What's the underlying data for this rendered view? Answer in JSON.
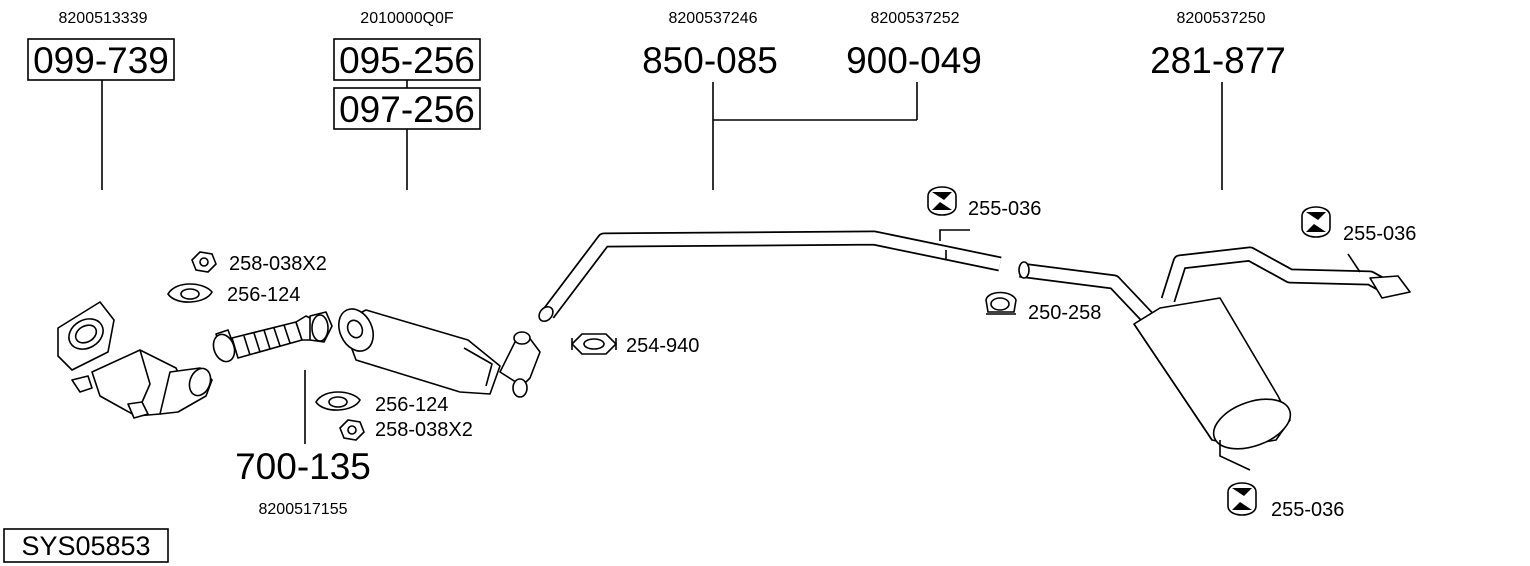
{
  "system_code": "SYS05853",
  "groups": [
    {
      "oem": "8200513339",
      "parts": [
        "099-739"
      ]
    },
    {
      "oem": "2010000Q0F",
      "parts": [
        "095-256",
        "097-256"
      ]
    },
    {
      "oem": "8200537246",
      "parts": [
        "850-085"
      ]
    },
    {
      "oem": "8200537252",
      "parts": [
        "900-049"
      ]
    },
    {
      "oem": "8200537250",
      "parts": [
        "281-877"
      ]
    },
    {
      "oem": "8200517155",
      "parts": [
        "700-135"
      ]
    }
  ],
  "fittings": [
    {
      "part": "258-038X2",
      "icon": "nut-icon"
    },
    {
      "part": "256-124",
      "icon": "gasket-icon"
    },
    {
      "part": "256-124",
      "icon": "gasket-icon"
    },
    {
      "part": "258-038X2",
      "icon": "nut-icon"
    },
    {
      "part": "254-940",
      "icon": "clamp-icon"
    },
    {
      "part": "255-036",
      "icon": "rubber-mount-icon"
    },
    {
      "part": "255-036",
      "icon": "rubber-mount-icon"
    },
    {
      "part": "250-258",
      "icon": "clamp-icon"
    },
    {
      "part": "255-036",
      "icon": "rubber-mount-icon"
    }
  ]
}
